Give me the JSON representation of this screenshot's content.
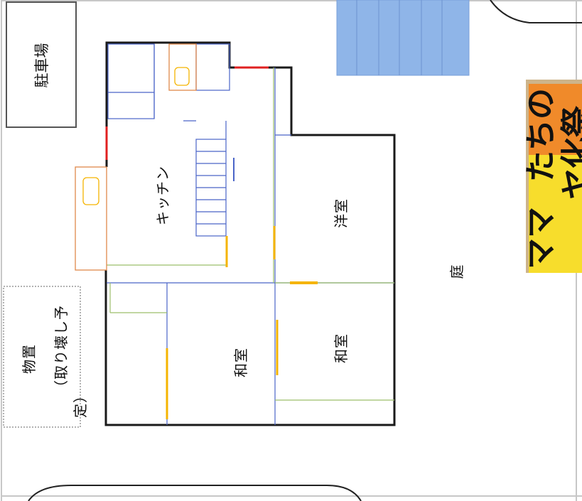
{
  "rooms": {
    "parking": "駐車場",
    "kitchen": "キッチン",
    "western_room": "洋室",
    "japanese_room_left": "和室",
    "japanese_room_right": "和室",
    "garden": "庭",
    "storage_line1": "物置",
    "storage_line2": "（取り壊し予",
    "storage_line3": "定）"
  },
  "sign": {
    "line1": "ママ",
    "line2": "たちの",
    "line3": "ヤ化祭",
    "colors": {
      "orange": "#f08a2a",
      "yellow": "#f7dd2c",
      "board": "#cdb48a"
    }
  },
  "colors": {
    "wall": "#1a1a1a",
    "blue_line": "#4a64c8",
    "green_line": "#9cbf6a",
    "door_yellow": "#f5b400",
    "door_red": "#e02020",
    "fixture_orange": "#e0884a",
    "stair_blue": "#8fb0e8"
  }
}
